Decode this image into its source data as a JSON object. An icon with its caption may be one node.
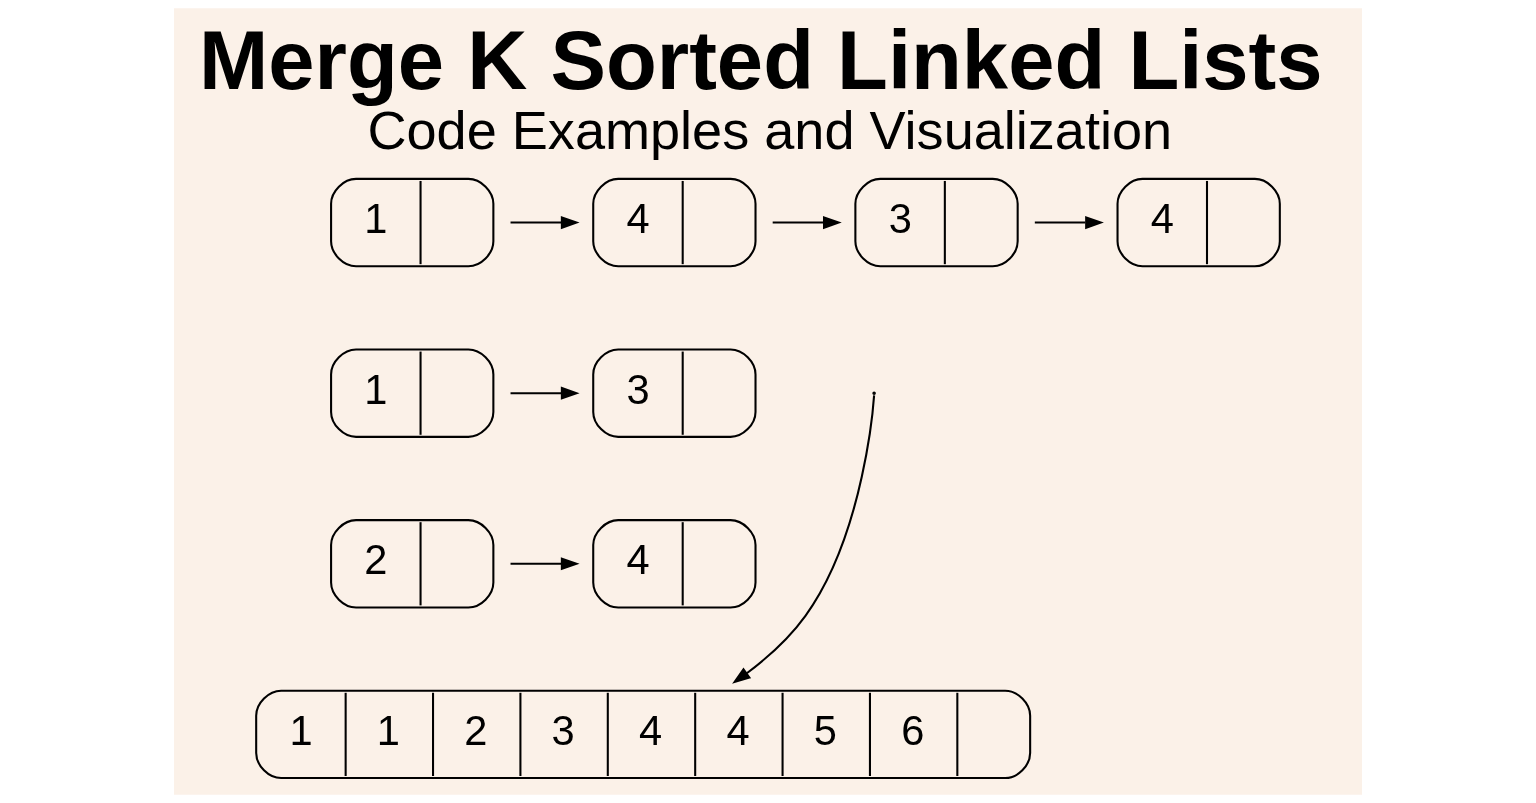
{
  "diagram": {
    "title": "Merge K Sorted Linked Lists",
    "caption": "Code Examples and Visualization",
    "nodes": [
      {
        "text": [
          "1"
        ]
      },
      {
        "text": [
          "4"
        ]
      },
      {
        "text": [
          "3"
        ]
      },
      {
        "text": [
          "4"
        ]
      },
      {
        "text": [
          "1"
        ]
      },
      {
        "text": [
          "3"
        ]
      },
      {
        "text": [
          "2"
        ]
      },
      {
        "text": [
          "4"
        ]
      },
      {
        "text": [
          "1",
          "1",
          "2",
          "3",
          "4",
          "4",
          "5",
          "6"
        ]
      }
    ],
    "edges": [
      {
        "from": 0,
        "to": 1,
        "arrow": "to"
      },
      {
        "from": 1,
        "to": 2,
        "arrow": "to"
      },
      {
        "from": 2,
        "to": 3,
        "arrow": "to"
      },
      {
        "from": 4,
        "to": 5,
        "arrow": "to"
      },
      {
        "from": 6,
        "to": 7,
        "arrow": "to"
      },
      {
        "from": null,
        "to": 8,
        "arrow": "to"
      }
    ]
  }
}
